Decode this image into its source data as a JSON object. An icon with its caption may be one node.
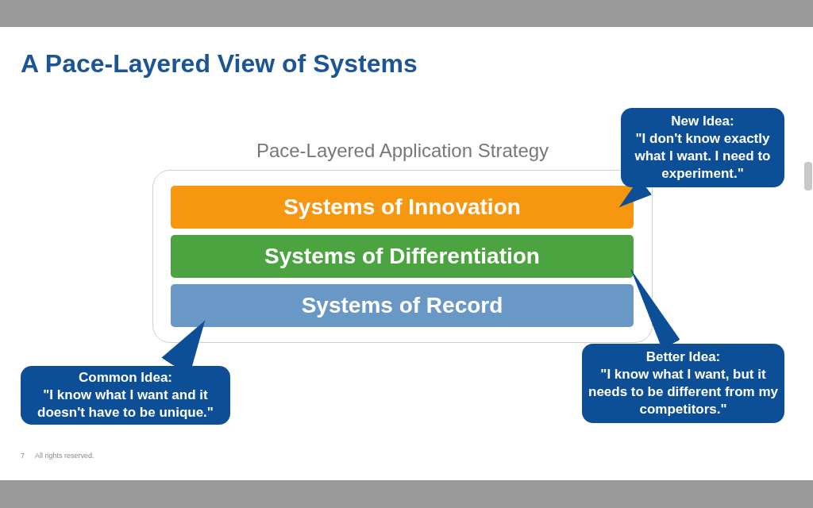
{
  "diagram": {
    "title": "A Pace-Layered View of Systems",
    "nodes": [
      {
        "text": [
          "Pace-Layered Application Strategy"
        ]
      },
      {
        "text": [
          "Systems of Innovation"
        ],
        "in": 0
      },
      {
        "text": [
          "Systems of Differentiation"
        ],
        "in": 0
      },
      {
        "text": [
          "Systems of Record"
        ],
        "in": 0
      },
      {
        "text": [
          "New Idea:",
          "\"I don't know exactly what I want. I need to experiment.\""
        ]
      },
      {
        "text": [
          "Better Idea:",
          "\"I know what I want, but it needs to be different from my competitors.\""
        ]
      },
      {
        "text": [
          "Common Idea:",
          "\"I know what I want and it doesn't have to be unique.\""
        ]
      }
    ],
    "edges": [
      {
        "from": 4,
        "to": 1,
        "arrow": "to"
      },
      {
        "from": 5,
        "to": 2,
        "arrow": "to"
      },
      {
        "from": 6,
        "to": 3,
        "arrow": "to"
      }
    ],
    "labels": [
      "7",
      "All rights reserved."
    ]
  }
}
